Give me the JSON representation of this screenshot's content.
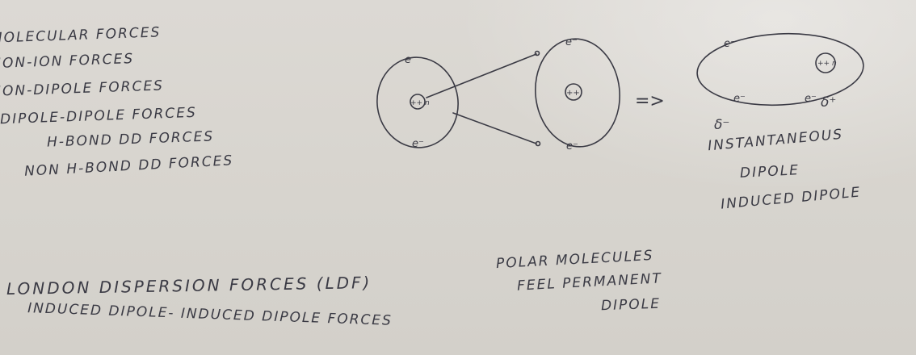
{
  "forces_list": [
    "MOLECULAR FORCES",
    "ION-ION FORCES",
    "ION-DIPOLE FORCES",
    "DIPOLE-DIPOLE FORCES",
    "H-BOND DD FORCES",
    "NON H-BOND DD FORCES"
  ],
  "bottom_left": {
    "line1": "LONDON DISPERSION FORCES (LDF)",
    "line2": "INDUCED DIPOLE- INDUCED DIPOLE FORCES"
  },
  "bottom_middle": {
    "line1": "POLAR MOLECULES",
    "line2": "FEEL PERMANENT",
    "line3": "DIPOLE"
  },
  "right_caption": {
    "line1": "INSTANTANEOUS",
    "line2": "DIPOLE",
    "line3": "INDUCED DIPOLE"
  },
  "diagram": {
    "electron": "e⁻",
    "nucleus_left": "++ n",
    "nucleus_middle": "++",
    "nucleus_right": "++ n",
    "arrow": "=>",
    "delta_minus": "δ⁻",
    "delta_plus": "δ⁺"
  },
  "colors": {
    "board": "#d8d5cf",
    "marker": "#3a3a44"
  }
}
